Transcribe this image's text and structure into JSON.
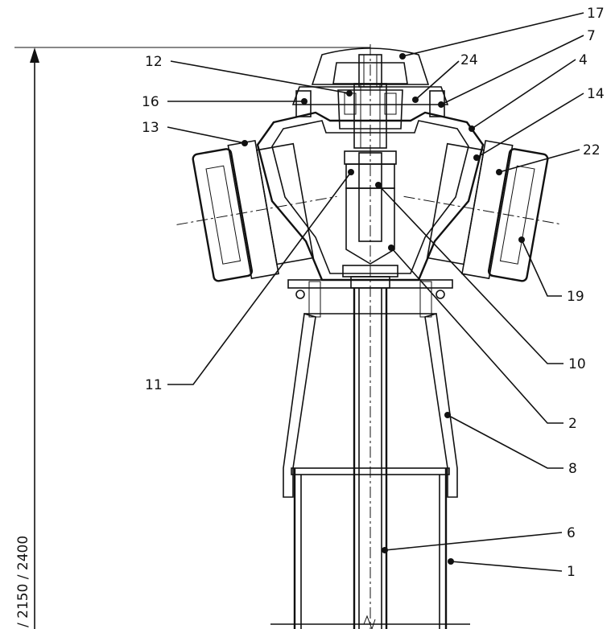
{
  "drawing": {
    "height_dimension": "/ 2150 / 2400"
  },
  "callouts": [
    {
      "id": "17",
      "text": "17"
    },
    {
      "id": "7",
      "text": "7"
    },
    {
      "id": "4",
      "text": "4"
    },
    {
      "id": "24",
      "text": "24"
    },
    {
      "id": "12",
      "text": "12"
    },
    {
      "id": "16",
      "text": "16"
    },
    {
      "id": "14",
      "text": "14"
    },
    {
      "id": "13",
      "text": "13"
    },
    {
      "id": "22",
      "text": "22"
    },
    {
      "id": "19",
      "text": "19"
    },
    {
      "id": "10",
      "text": "10"
    },
    {
      "id": "11",
      "text": "11"
    },
    {
      "id": "2",
      "text": "2"
    },
    {
      "id": "8",
      "text": "8"
    },
    {
      "id": "6",
      "text": "6"
    },
    {
      "id": "1",
      "text": "1"
    }
  ],
  "colors": {
    "line": "#111111",
    "background": "#ffffff"
  }
}
